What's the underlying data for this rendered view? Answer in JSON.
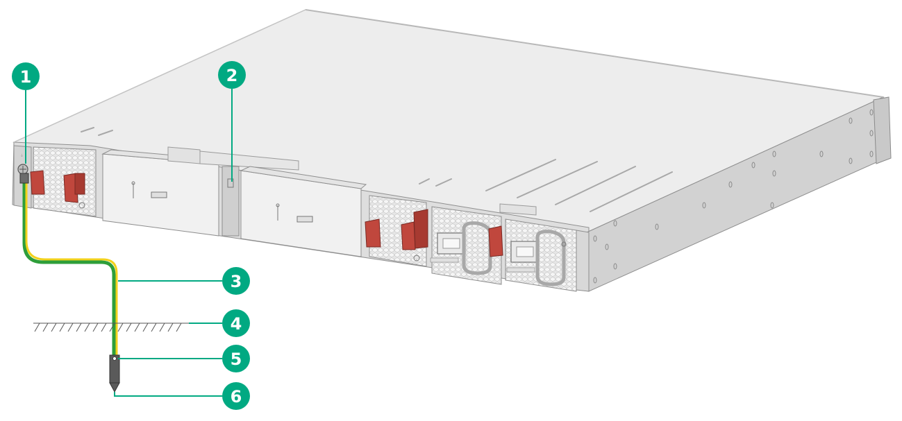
{
  "callouts": [
    {
      "id": "1"
    },
    {
      "id": "2"
    },
    {
      "id": "3"
    },
    {
      "id": "4"
    },
    {
      "id": "5"
    },
    {
      "id": "6"
    }
  ],
  "colors": {
    "callout": "#01a982",
    "ground_wire_green": "#2e9e3a",
    "ground_wire_yellow": "#f2d21c",
    "latch_red": "#c0473d",
    "chassis_top": "#ececec",
    "chassis_front": "#dcdcdc",
    "chassis_side": "#cfcfcf",
    "ground_rod": "#5a5a5a"
  },
  "icons": [
    "ground-screw-icon",
    "fan-grille-icon",
    "power-socket-icon",
    "handle-icon",
    "ground-symbol-icon"
  ]
}
